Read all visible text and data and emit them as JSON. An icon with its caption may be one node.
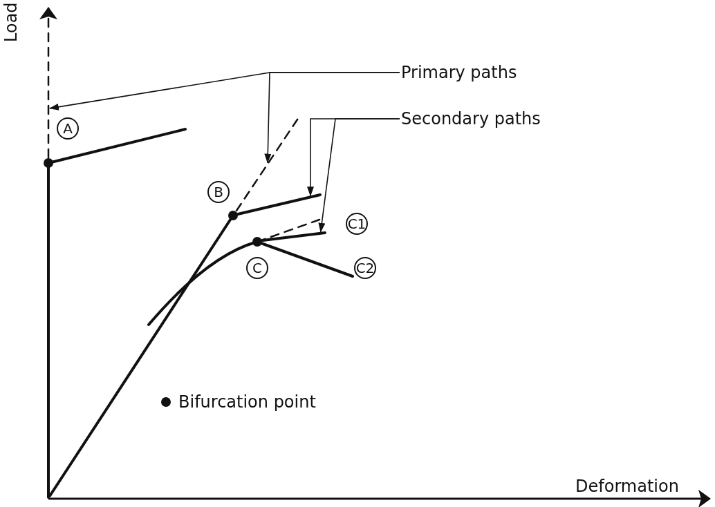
{
  "diagram": {
    "nodes": [
      {
        "text": [
          "Primary paths"
        ]
      },
      {
        "text": [
          "Secondary paths"
        ]
      },
      {
        "text": [],
        "shape": "line"
      },
      {
        "text": [],
        "shape": "line"
      },
      {
        "text": [],
        "shape": "line"
      },
      {
        "text": [],
        "shape": "line"
      }
    ],
    "edges": [
      {
        "from": 0,
        "to": 2,
        "arrow": "to"
      },
      {
        "from": 0,
        "to": 3,
        "arrow": "to"
      },
      {
        "from": 1,
        "to": 4,
        "arrow": "to"
      },
      {
        "from": 1,
        "to": 5,
        "arrow": "to"
      }
    ],
    "labels": [
      "Load",
      "A",
      "B",
      "C1",
      "C",
      "C2",
      "Deformation"
    ],
    "legend": [
      {
        "text": "Bifurcation point"
      }
    ]
  }
}
